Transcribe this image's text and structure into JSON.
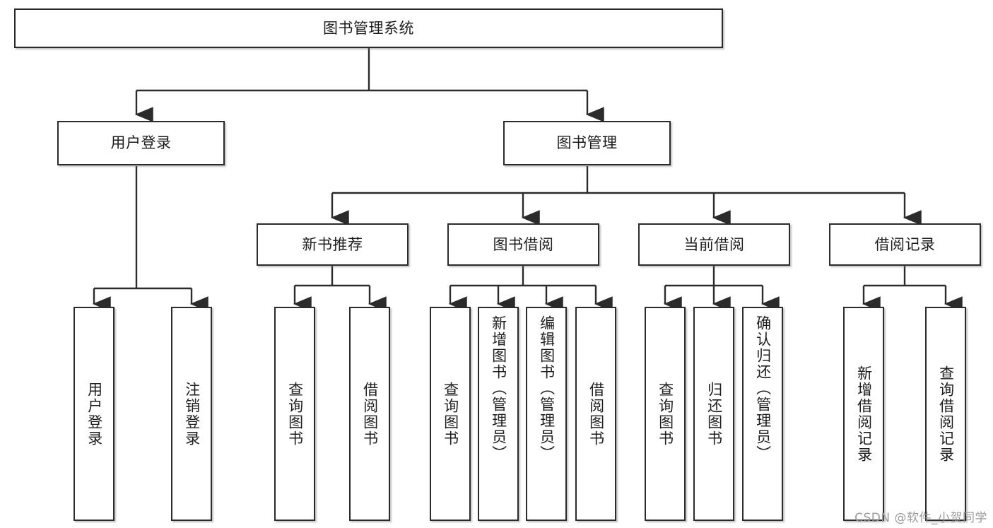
{
  "diagram": {
    "title": "图书管理系统",
    "type": "tree-hierarchy",
    "orientation": "top-down",
    "colors": {
      "node_border": "#2b2b2b",
      "node_fill": "#ffffff",
      "connector": "#2b2b2b",
      "text": "#1d1d1d",
      "watermark": "#9a9a9a",
      "background": "#ffffff"
    }
  },
  "root": {
    "label": "图书管理系统"
  },
  "level2": [
    {
      "label": "用户登录"
    },
    {
      "label": "图书管理"
    }
  ],
  "level3": [
    {
      "label": "新书推荐"
    },
    {
      "label": "图书借阅"
    },
    {
      "label": "当前借阅"
    },
    {
      "label": "借阅记录"
    }
  ],
  "leaves": {
    "user_login": [
      {
        "label": "用户登录"
      },
      {
        "label": "注销登录"
      }
    ],
    "new_book_recommend": [
      {
        "label": "查询图书"
      },
      {
        "label": "借阅图书"
      }
    ],
    "book_borrow": [
      {
        "label": "查询图书"
      },
      {
        "label": "新增图书（管理员）"
      },
      {
        "label": "编辑图书（管理员）"
      },
      {
        "label": "借阅图书"
      }
    ],
    "current_borrow": [
      {
        "label": "查询图书"
      },
      {
        "label": "归还图书"
      },
      {
        "label": "确认归还（管理员）"
      }
    ],
    "borrow_record": [
      {
        "label": "新增借阅记录"
      },
      {
        "label": "查询借阅记录"
      }
    ]
  },
  "watermark": {
    "text": "CSDN @软件_小贺同学"
  }
}
